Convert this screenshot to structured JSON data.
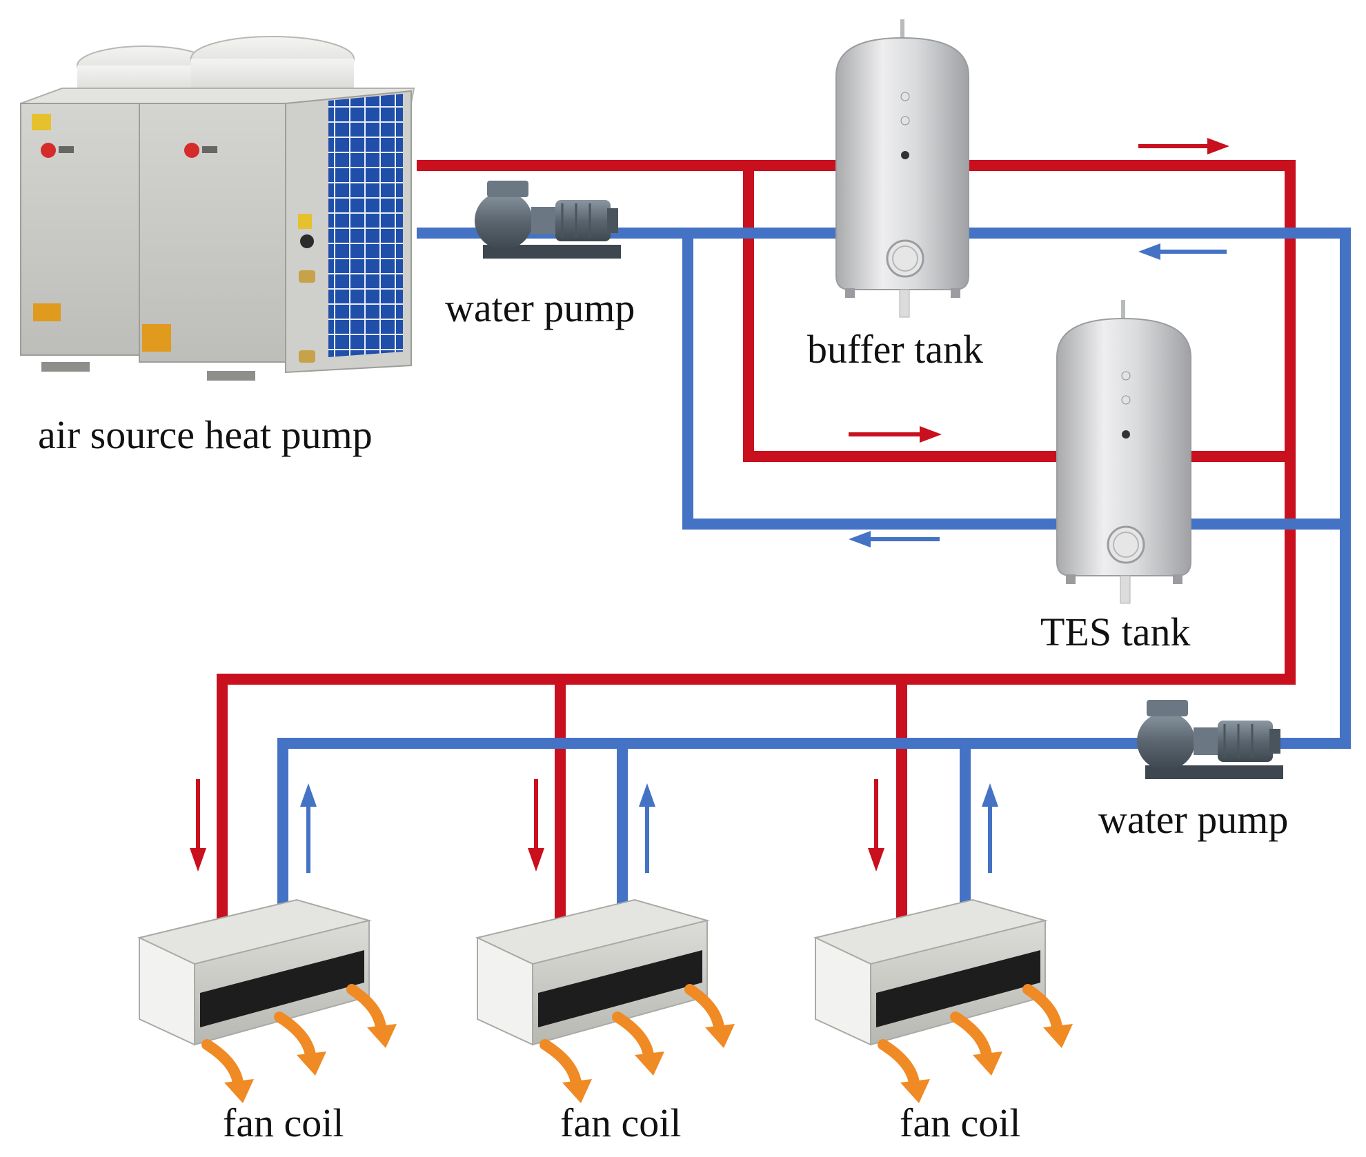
{
  "labels": {
    "heat_pump": "air source heat pump",
    "water_pump_top": "water pump",
    "buffer_tank": "buffer tank",
    "tes_tank": "TES tank",
    "water_pump_bottom": "water pump",
    "fan_coil_1": "fan coil",
    "fan_coil_2": "fan coil",
    "fan_coil_3": "fan coil"
  },
  "colors": {
    "supply_pipe": "#c8101e",
    "return_pipe": "#4472c4",
    "air_flow": "#f08a24",
    "equipment": "#c9c9c9",
    "pump_body": "#5b6670"
  },
  "icons": {
    "heat_pump": "air-source-heat-pump-unit",
    "pump": "centrifugal-water-pump",
    "tank": "vertical-storage-tank",
    "fan_coil": "ceiling-fan-coil-unit",
    "flow_arrow": "arrow",
    "air": "curved-air-arrow"
  }
}
